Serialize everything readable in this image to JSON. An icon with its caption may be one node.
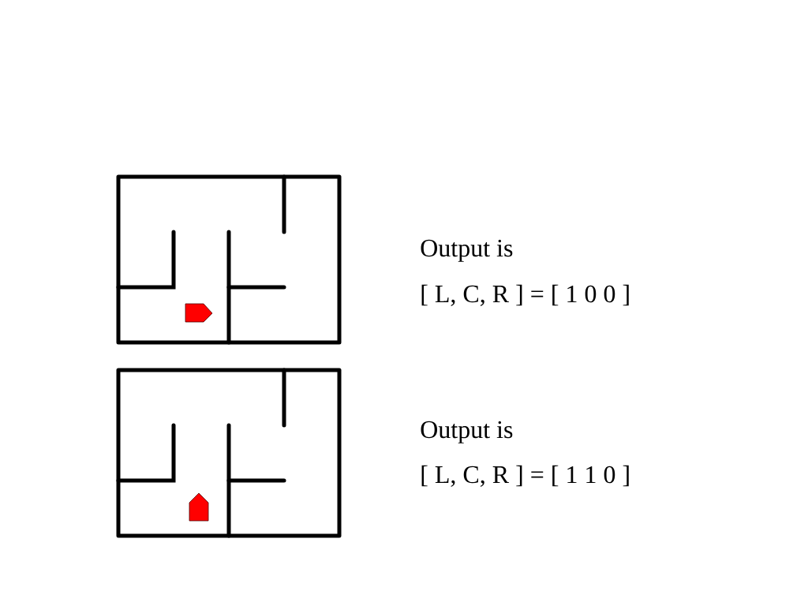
{
  "diagram": {
    "labels": [
      "Output is",
      "[ L, C, R ] = [ 1 0 0 ]",
      "Output is",
      "[ L, C, R ] = [ 1 1 0 ]"
    ]
  }
}
